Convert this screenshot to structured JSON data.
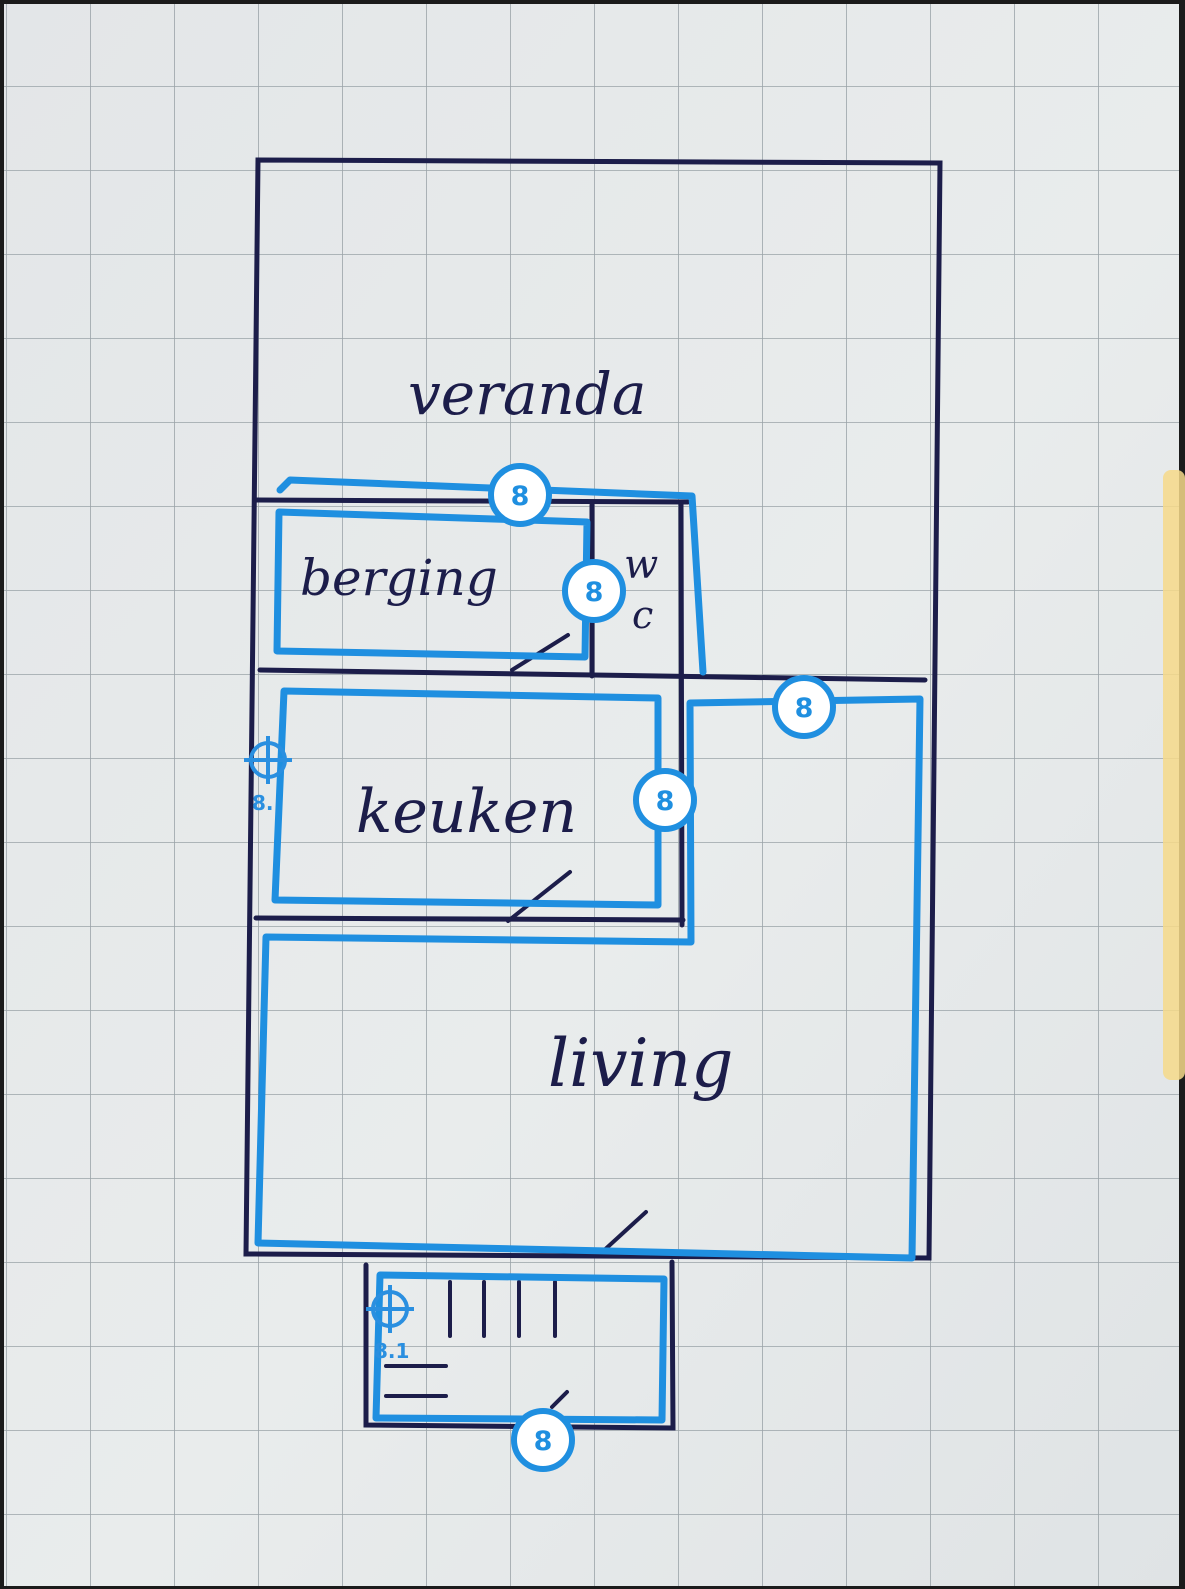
{
  "floorplan": {
    "rooms": {
      "veranda": "veranda",
      "berging": "berging",
      "wc_top": "w",
      "wc_bottom": "c",
      "keuken": "keuken",
      "living": "living"
    }
  },
  "overlay": {
    "accent_color": "#1f8fe0",
    "ink_color": "#1c1d4a",
    "paper_color": "#e6e9ea",
    "badges": [
      "8",
      "8",
      "8",
      "8",
      "8"
    ],
    "markers": [
      "8.",
      "8.1"
    ]
  }
}
